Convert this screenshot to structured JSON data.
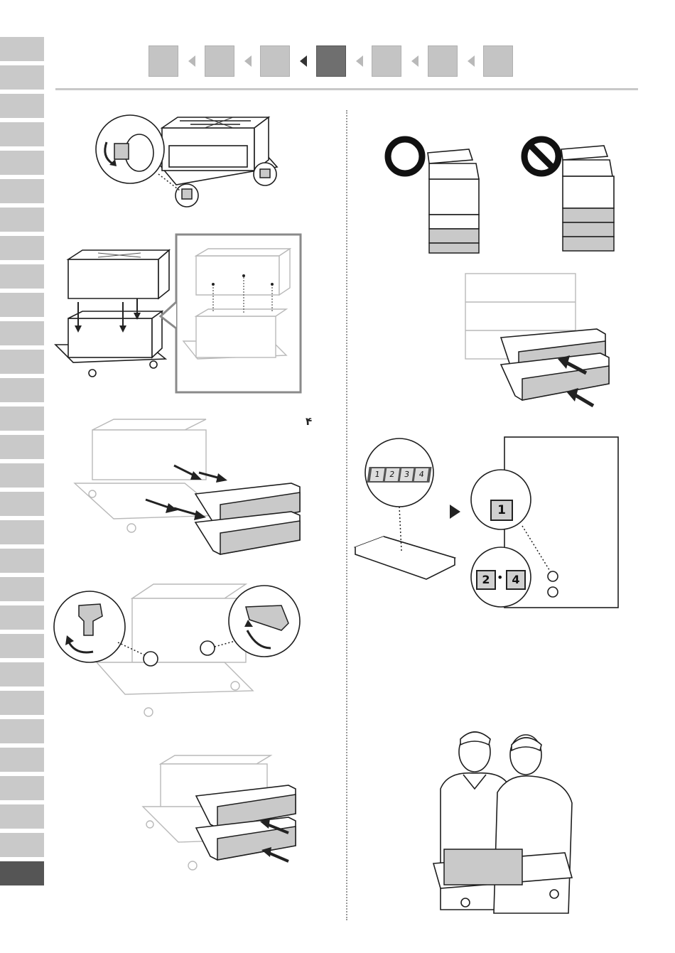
{
  "navigation": {
    "current_step_index": 3,
    "step_count": 7
  },
  "language_tabs": {
    "count": 30,
    "active_index": 29
  },
  "step_label": "۴",
  "colors": {
    "tab_inactive": "#c9c9c9",
    "tab_active": "#555555",
    "step_inactive": "#c4c4c4",
    "step_current": "#6f6f6f"
  },
  "label_sheet": {
    "digits": [
      "1",
      "2",
      "3",
      "4"
    ]
  },
  "callouts": {
    "cassette_1_label": "1",
    "cassette_2_label": "2",
    "cassette_4_label": "4",
    "separator": "•"
  },
  "illustrations": [
    "caster-lock-illustration",
    "feeder-stacking-illustration",
    "cassette-removal-illustration",
    "fixing-lever-illustration",
    "cassette-insertion-illustration",
    "correct-incorrect-configuration-illustration",
    "cassette-insert-printer-illustration",
    "cassette-label-sticker-illustration",
    "two-person-carry-illustration"
  ]
}
